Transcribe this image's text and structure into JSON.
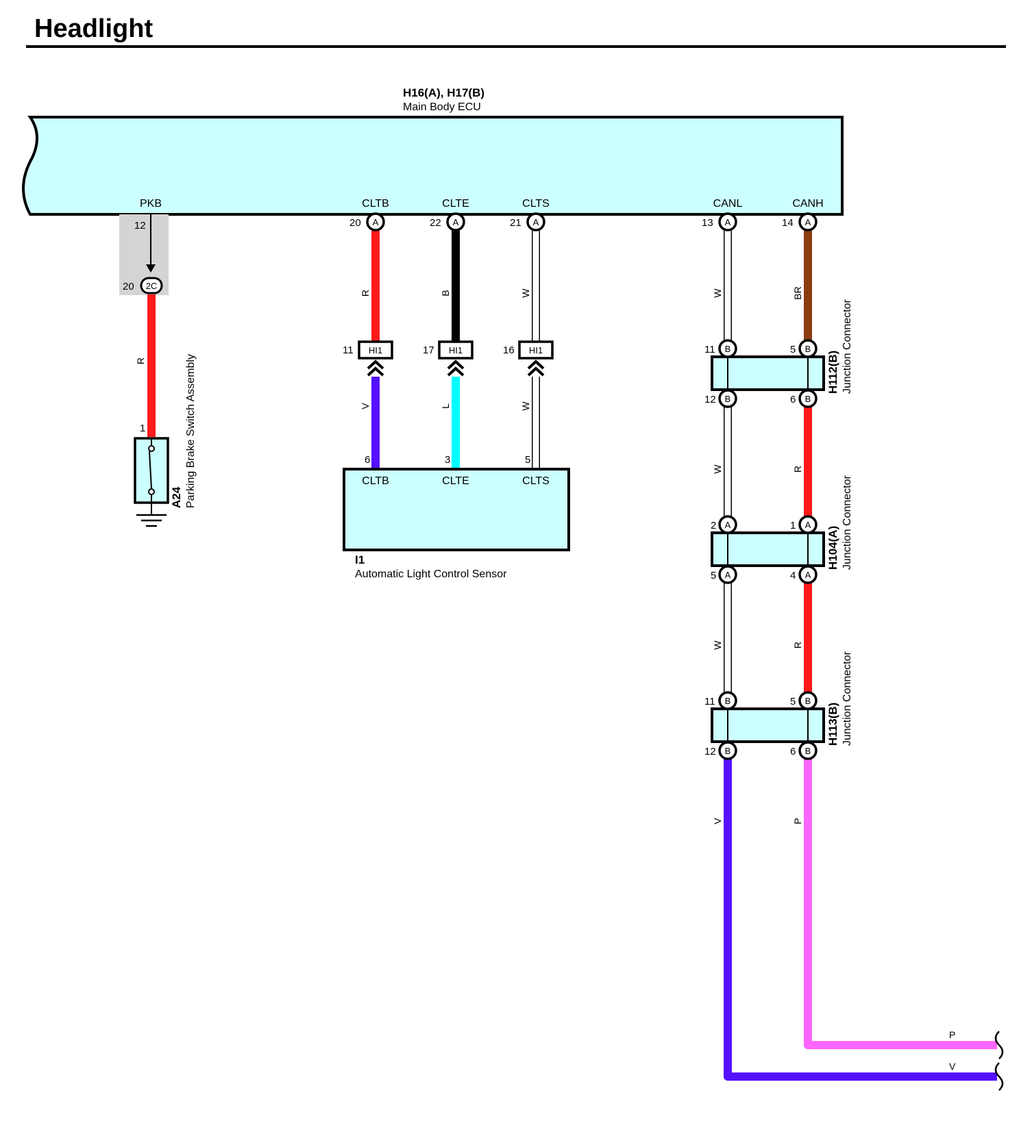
{
  "title": "Headlight",
  "colors": {
    "ecu_fill": "#ccffff",
    "R": "#ff1a1a",
    "B": "#000000",
    "W": "#ffffff",
    "BR": "#8b3d12",
    "V": "#5511ff",
    "L": "#00ffff",
    "P": "#ff66ff",
    "splice_shade": "#d4d4d4"
  },
  "main_ecu": {
    "code": "H16(A), H17(B)",
    "name": "Main Body ECU",
    "terminals": {
      "pkb": "PKB",
      "cltb": "CLTB",
      "clte": "CLTE",
      "clts": "CLTS",
      "canl": "CANL",
      "canh": "CANH"
    },
    "pins": {
      "pkb": "12",
      "cltb": "20",
      "clte": "22",
      "clts": "21",
      "canl": "13",
      "canh": "14"
    },
    "connector_letter": "A"
  },
  "splice": {
    "tag": "2C",
    "pin": "20"
  },
  "parking_brake_switch": {
    "code": "A24",
    "name": "Parking Brake Switch Assembly",
    "pin": "1",
    "wire": "R"
  },
  "hi1": {
    "tag": "HI1",
    "pins": {
      "cltb": "11",
      "clte": "17",
      "clts": "16"
    }
  },
  "light_sensor": {
    "code": "I1",
    "name": "Automatic Light Control Sensor",
    "terminals": {
      "cltb": "CLTB",
      "clte": "CLTE",
      "clts": "CLTS"
    },
    "pins": {
      "cltb": "6",
      "clte": "3",
      "clts": "5"
    }
  },
  "wires": {
    "cltb_upper": "R",
    "cltb_lower": "V",
    "clte_upper": "B",
    "clte_lower": "L",
    "clts_upper": "W",
    "clts_lower": "W",
    "canl_1": "W",
    "canl_2": "W",
    "canl_3": "W",
    "canl_4": "V",
    "canh_1": "BR",
    "canh_2": "R",
    "canh_3": "R",
    "canh_4": "P",
    "out_p": "P",
    "out_v": "V"
  },
  "junctions": [
    {
      "code": "H112(B)",
      "name": "Junction Connector",
      "letter": "B",
      "pins": {
        "l_top": "11",
        "r_top": "5",
        "l_bot": "12",
        "r_bot": "6"
      }
    },
    {
      "code": "H104(A)",
      "name": "Junction Connector",
      "letter": "A",
      "pins": {
        "l_top": "2",
        "r_top": "1",
        "l_bot": "5",
        "r_bot": "4"
      }
    },
    {
      "code": "H113(B)",
      "name": "Junction Connector",
      "letter": "B",
      "pins": {
        "l_top": "11",
        "r_top": "5",
        "l_bot": "12",
        "r_bot": "6"
      }
    }
  ]
}
